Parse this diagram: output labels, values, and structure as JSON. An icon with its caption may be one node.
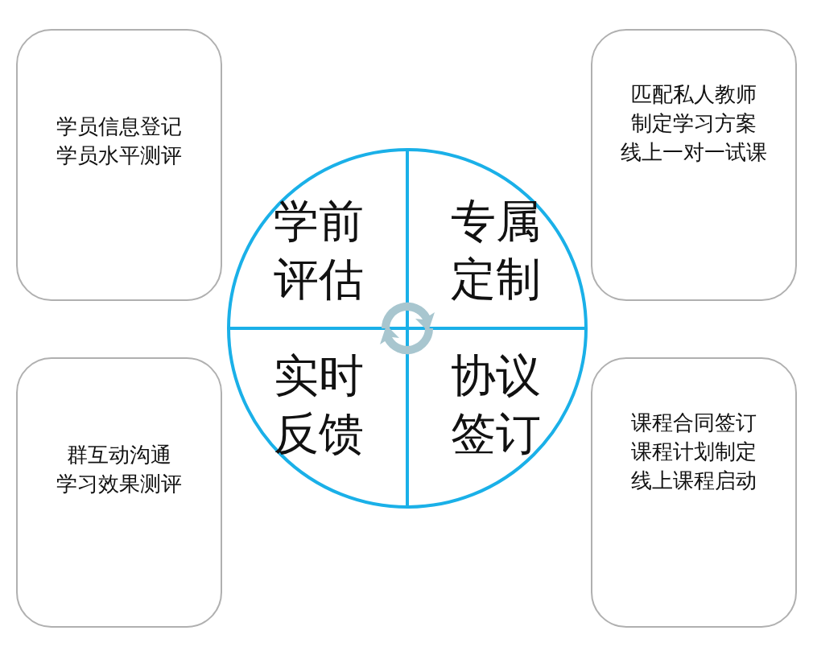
{
  "diagram": {
    "nodes": [
      {
        "text": [],
        "shape": "circle"
      },
      {
        "text": [
          "学前评估"
        ],
        "in": 0
      },
      {
        "text": [
          "专属定制"
        ],
        "in": 0
      },
      {
        "text": [
          "实时反馈"
        ],
        "in": 0
      },
      {
        "text": [
          "协议签订"
        ],
        "in": 0
      },
      {
        "text": [
          "学员信息登记",
          "学员水平测评"
        ]
      },
      {
        "text": [
          "匹配私人教师",
          "制定学习方案",
          "线上一对一试课"
        ]
      },
      {
        "text": [
          "群互动沟通",
          "学习效果测评"
        ]
      },
      {
        "text": [
          "课程合同签订",
          "课程计划制定",
          "线上课程启动"
        ]
      }
    ],
    "edges": []
  }
}
